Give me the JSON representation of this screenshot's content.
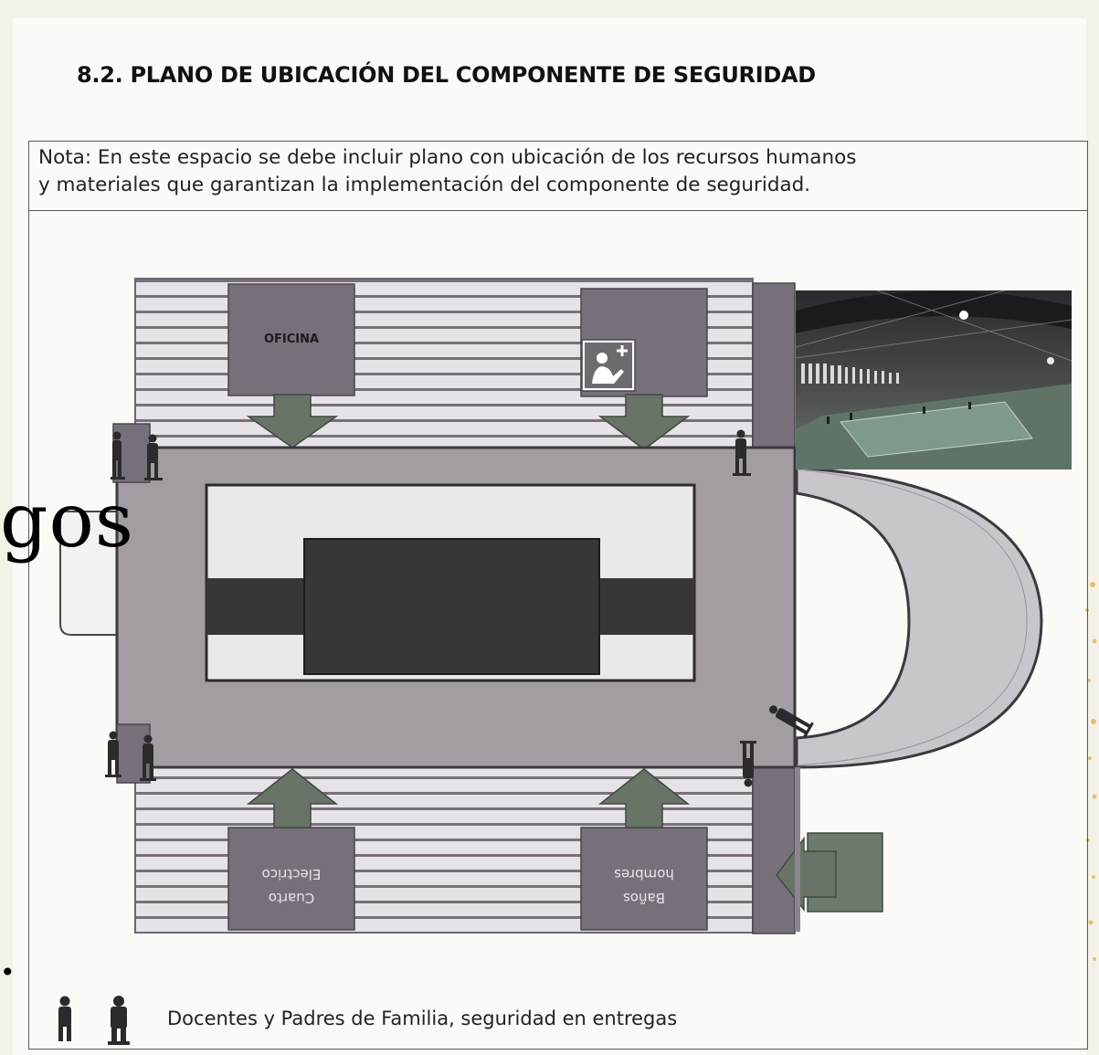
{
  "document": {
    "heading": "8.2. PLANO DE UBICACIÓN DEL COMPONENTE DE SEGURIDAD",
    "note_line1": "Nota: En este espacio se debe incluir plano con ubicación de los recursos humanos",
    "note_line2": "y materiales que garantizan la implementación del componente de seguridad."
  },
  "plan": {
    "office_label": "OFICINA",
    "electric_room_line1": "Cuarto",
    "electric_room_line2": "Electrico",
    "mens_bath_line1": "Baños",
    "mens_bath_line2": "hombres",
    "first_aid_icon": "first-aid-person-icon",
    "photo": "indoor-arena-photo"
  },
  "overlay": {
    "large_text": "gos",
    "bullet": "•"
  },
  "legend": {
    "icon": "guard-figures-icon",
    "text": "Docentes y Padres de Familia, seguridad en entregas"
  },
  "colors": {
    "paper": "#f4f1e8",
    "stripe_dark": "#7a6f78",
    "stripe_light": "#e6e3e8",
    "block_gray": "#77707a",
    "dark_court": "#3a3538",
    "arrow_green": "#6a7368"
  }
}
